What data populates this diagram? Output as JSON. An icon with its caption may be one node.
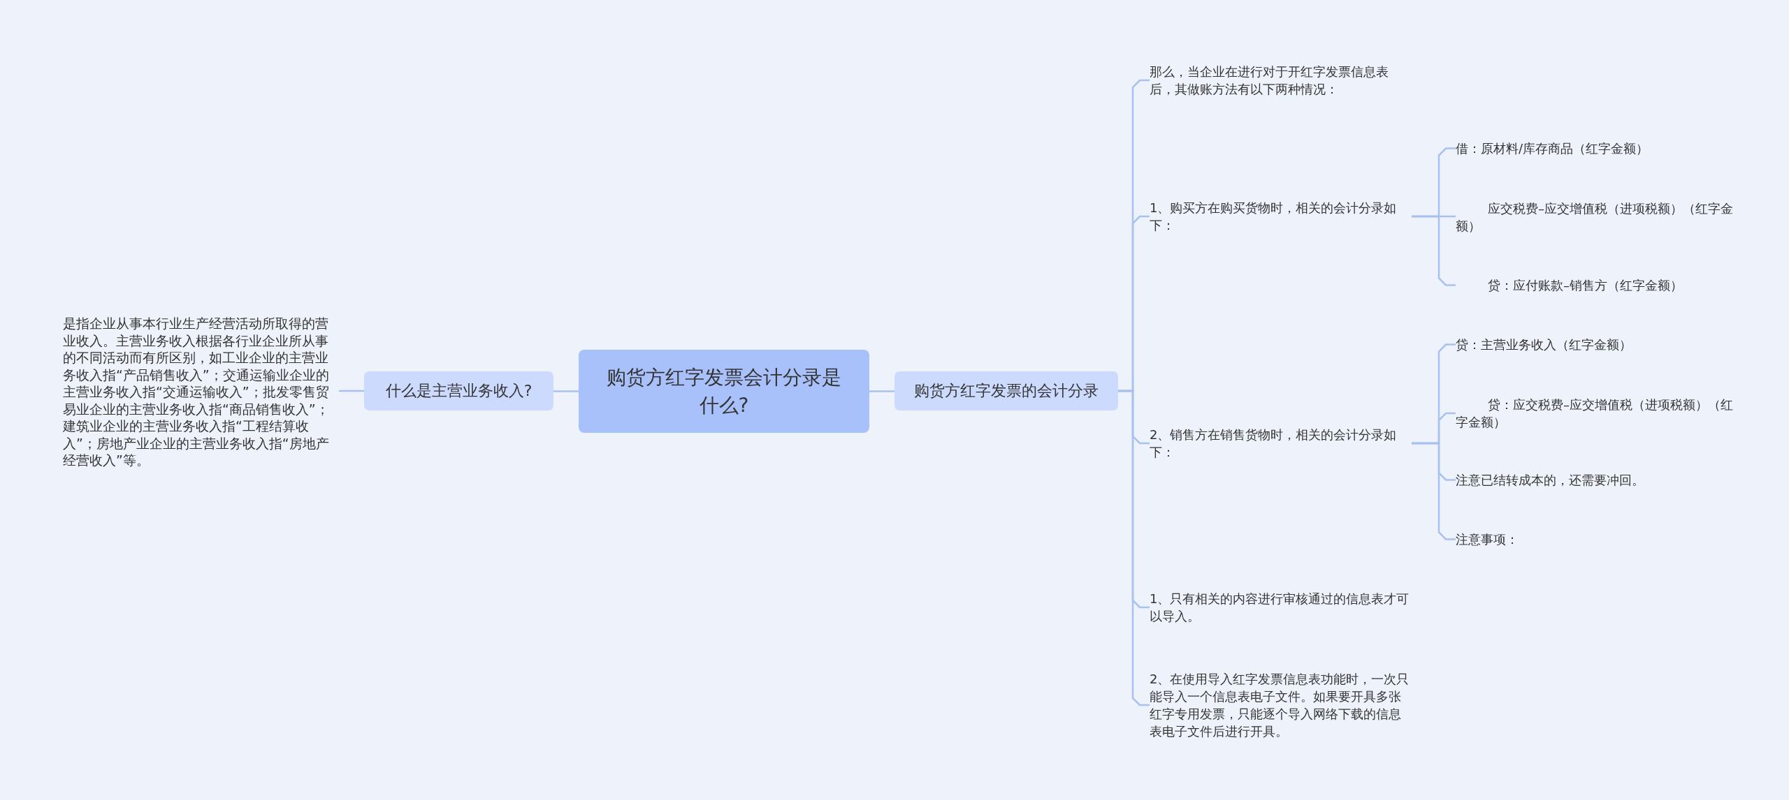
{
  "diagram": {
    "nodes": [
      {
        "text": [
          "购货方红字发票会计分录是什么?"
        ]
      },
      {
        "text": [
          "什么是主营业务收入?"
        ]
      },
      {
        "text": [
          "是指企业从事本行业生产经营活动所取得的营业收入。主营业务收入根据各行业企业所从事的不同活动而有所区别，如工业企业的主营业务收入指“产品销售收入”；交通运输业企业的主营业务收入指“交通运输收入”；批发零售贸易业企业的主营业务收入指“商品销售收入”；建筑业企业的主营业务收入指“工程结算收入”；房地产业企业的主营业务收入指“房地产经营收入”等。"
        ]
      },
      {
        "text": [
          "购货方红字发票的会计分录"
        ]
      },
      {
        "text": [
          "那么，当企业在进行对于开红字发票信息表后，其做账方法有以下两种情况："
        ]
      },
      {
        "text": [
          "1、购买方在购买货物时，相关的会计分录如下："
        ]
      },
      {
        "text": [
          "借：原材料/库存商品（红字金额）"
        ]
      },
      {
        "text": [
          "应交税费–应交增值税（进项税额）（红字金额）"
        ]
      },
      {
        "text": [
          "贷：应付账款–销售方（红字金额）"
        ]
      },
      {
        "text": [
          "2、销售方在销售货物时，相关的会计分录如下："
        ]
      },
      {
        "text": [
          "贷：主营业务收入（红字金额）"
        ]
      },
      {
        "text": [
          "贷：应交税费–应交增值税（进项税额）（红字金额）"
        ]
      },
      {
        "text": [
          "注意已结转成本的，还需要冲回。"
        ]
      },
      {
        "text": [
          "注意事项："
        ]
      },
      {
        "text": [
          "1、只有相关的内容进行审核通过的信息表才可以导入。"
        ]
      },
      {
        "text": [
          "2、在使用导入红字发票信息表功能时，一次只能导入一个信息表电子文件。如果要开具多张红字专用发票，只能逐个导入网络下载的信息表电子文件后进行开具。"
        ]
      }
    ],
    "edges": [
      {
        "from": 0,
        "to": 1,
        "arrow": "none"
      },
      {
        "from": 1,
        "to": 2,
        "arrow": "none"
      },
      {
        "from": 0,
        "to": 3,
        "arrow": "none"
      },
      {
        "from": 3,
        "to": 4,
        "arrow": "none"
      },
      {
        "from": 3,
        "to": 5,
        "arrow": "none"
      },
      {
        "from": 3,
        "to": 9,
        "arrow": "none"
      },
      {
        "from": 3,
        "to": 14,
        "arrow": "none"
      },
      {
        "from": 3,
        "to": 15,
        "arrow": "none"
      },
      {
        "from": 5,
        "to": 6,
        "arrow": "none"
      },
      {
        "from": 5,
        "to": 7,
        "arrow": "none"
      },
      {
        "from": 5,
        "to": 8,
        "arrow": "none"
      },
      {
        "from": 9,
        "to": 10,
        "arrow": "none"
      },
      {
        "from": 9,
        "to": 11,
        "arrow": "none"
      },
      {
        "from": 9,
        "to": 12,
        "arrow": "none"
      },
      {
        "from": 9,
        "to": 13,
        "arrow": "none"
      }
    ]
  }
}
